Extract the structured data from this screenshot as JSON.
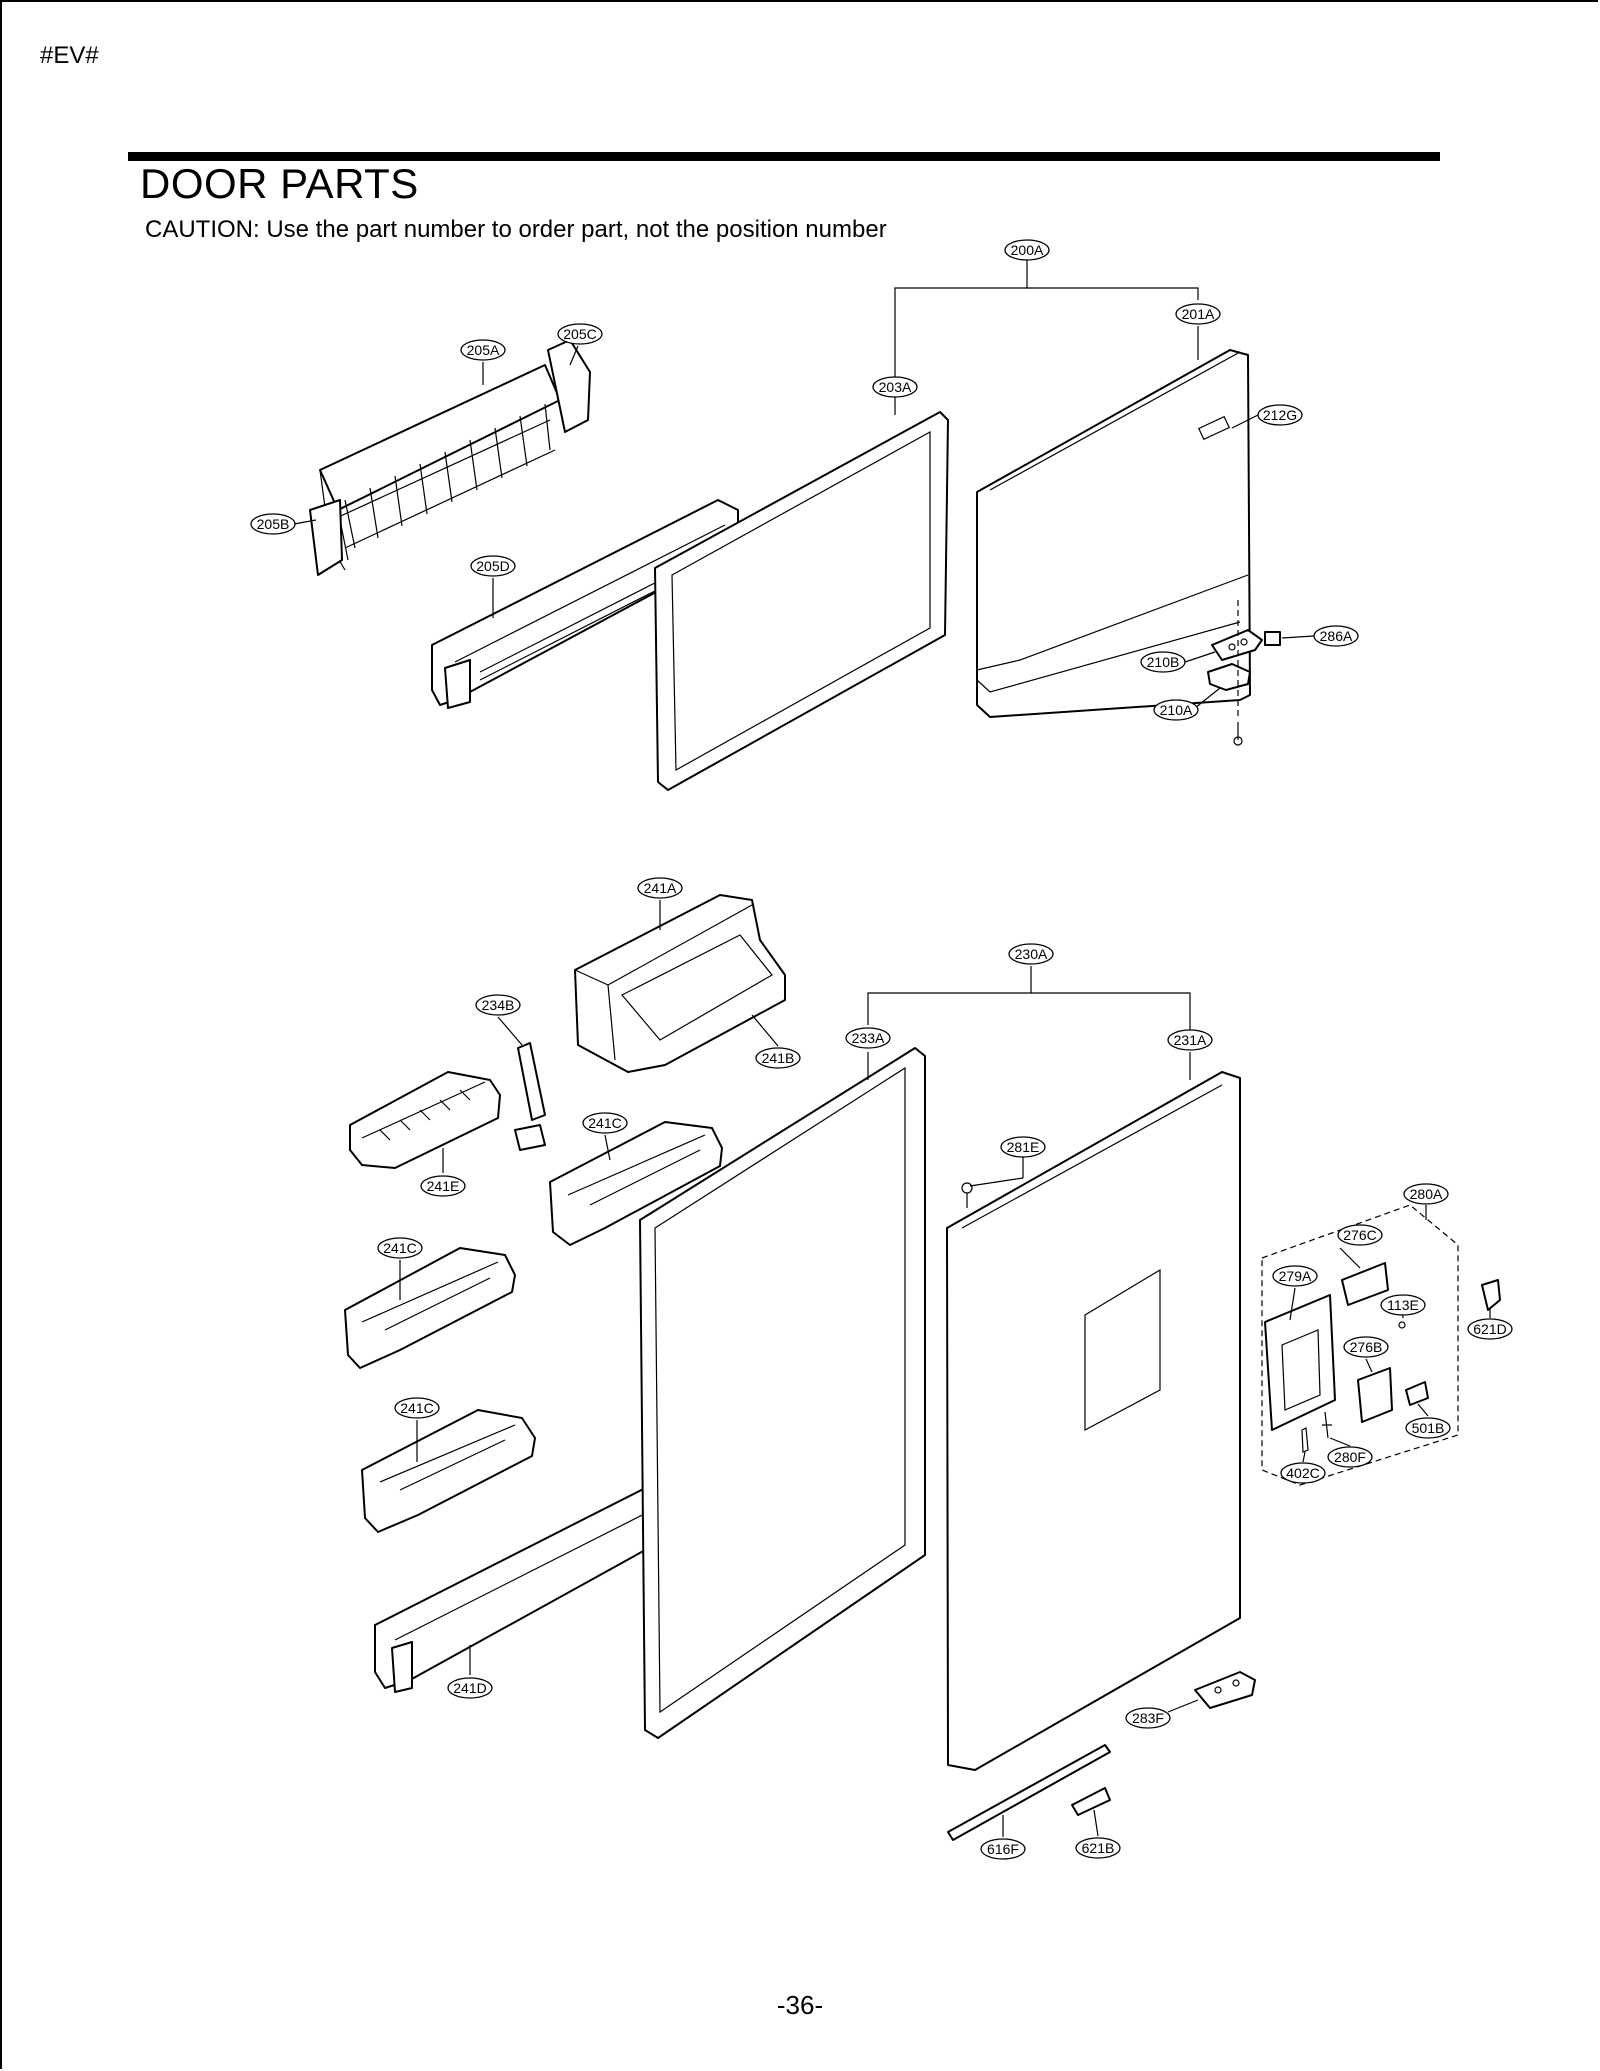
{
  "header": {
    "code": "#EV#",
    "title": "DOOR PARTS",
    "caution": "CAUTION: Use the part number to order part, not the position number"
  },
  "footer": {
    "page_number": "-36-"
  },
  "callouts": {
    "c200A": "200A",
    "c201A": "201A",
    "c203A": "203A",
    "c205A": "205A",
    "c205B": "205B",
    "c205C": "205C",
    "c205D": "205D",
    "c212G": "212G",
    "c210A": "210A",
    "c210B": "210B",
    "c286A": "286A",
    "c241A": "241A",
    "c241B": "241B",
    "c234B": "234B",
    "c241E": "241E",
    "c241C_1": "241C",
    "c241C_2": "241C",
    "c241C_3": "241C",
    "c241D": "241D",
    "c230A": "230A",
    "c233A": "233A",
    "c231A": "231A",
    "c281E": "281E",
    "c280A": "280A",
    "c276C": "276C",
    "c279A": "279A",
    "c113E": "113E",
    "c621D": "621D",
    "c276B": "276B",
    "c501B": "501B",
    "c280F": "280F",
    "c402C": "402C",
    "c283F": "283F",
    "c616F": "616F",
    "c621B": "621B"
  }
}
